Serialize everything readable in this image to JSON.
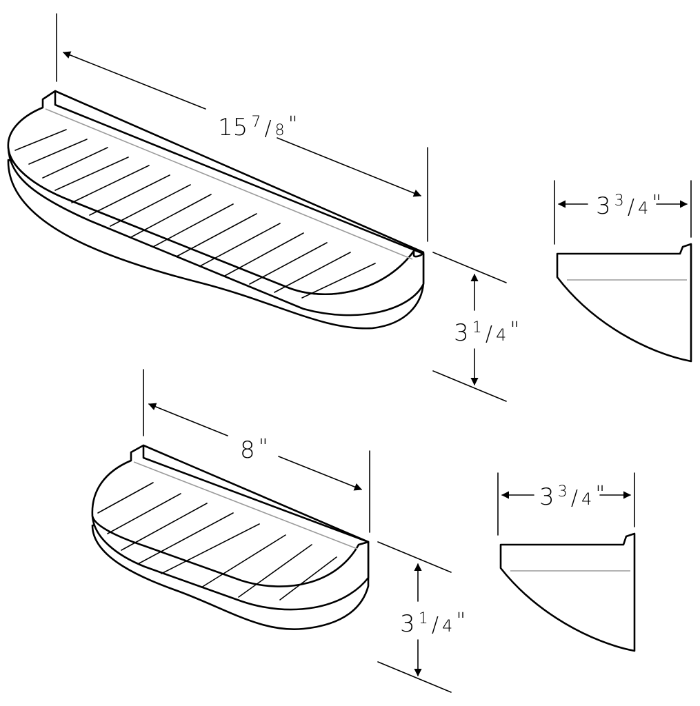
{
  "large_shelf": {
    "width_label": {
      "whole": "15",
      "num": "7",
      "den": "8",
      "unit": "\""
    },
    "height_label": {
      "whole": "3",
      "num": "1",
      "den": "4",
      "unit": "\""
    },
    "depth_label": {
      "whole": "3",
      "num": "3",
      "den": "4",
      "unit": "\""
    }
  },
  "small_shelf": {
    "width_label": {
      "whole": "8",
      "unit": "\""
    },
    "height_label": {
      "whole": "3",
      "num": "1",
      "den": "4",
      "unit": "\""
    },
    "depth_label": {
      "whole": "3",
      "num": "3",
      "den": "4",
      "unit": "\""
    }
  },
  "colors": {
    "line": "#000000",
    "background": "#ffffff",
    "ledge_line": "#9a9a9a"
  }
}
